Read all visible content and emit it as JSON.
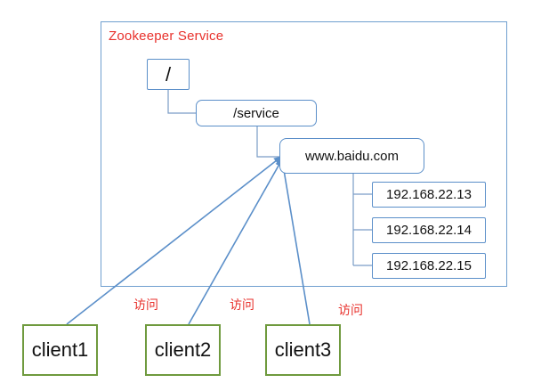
{
  "service": {
    "title": "Zookeeper Service"
  },
  "tree": {
    "root": "/",
    "service": "/service",
    "host": "www.baidu.com",
    "ips": [
      "192.168.22.13",
      "192.168.22.14",
      "192.168.22.15"
    ]
  },
  "clients": [
    "client1",
    "client2",
    "client3"
  ],
  "access_labels": [
    "访问",
    "访问",
    "访问"
  ],
  "colors": {
    "frame": "#6f9fcf",
    "node_border": "#5b8fc9",
    "tree_line": "#7a9cc6",
    "arrow": "#5b8fc9",
    "client_border": "#6f9a3e",
    "label_red": "#e8312c"
  }
}
